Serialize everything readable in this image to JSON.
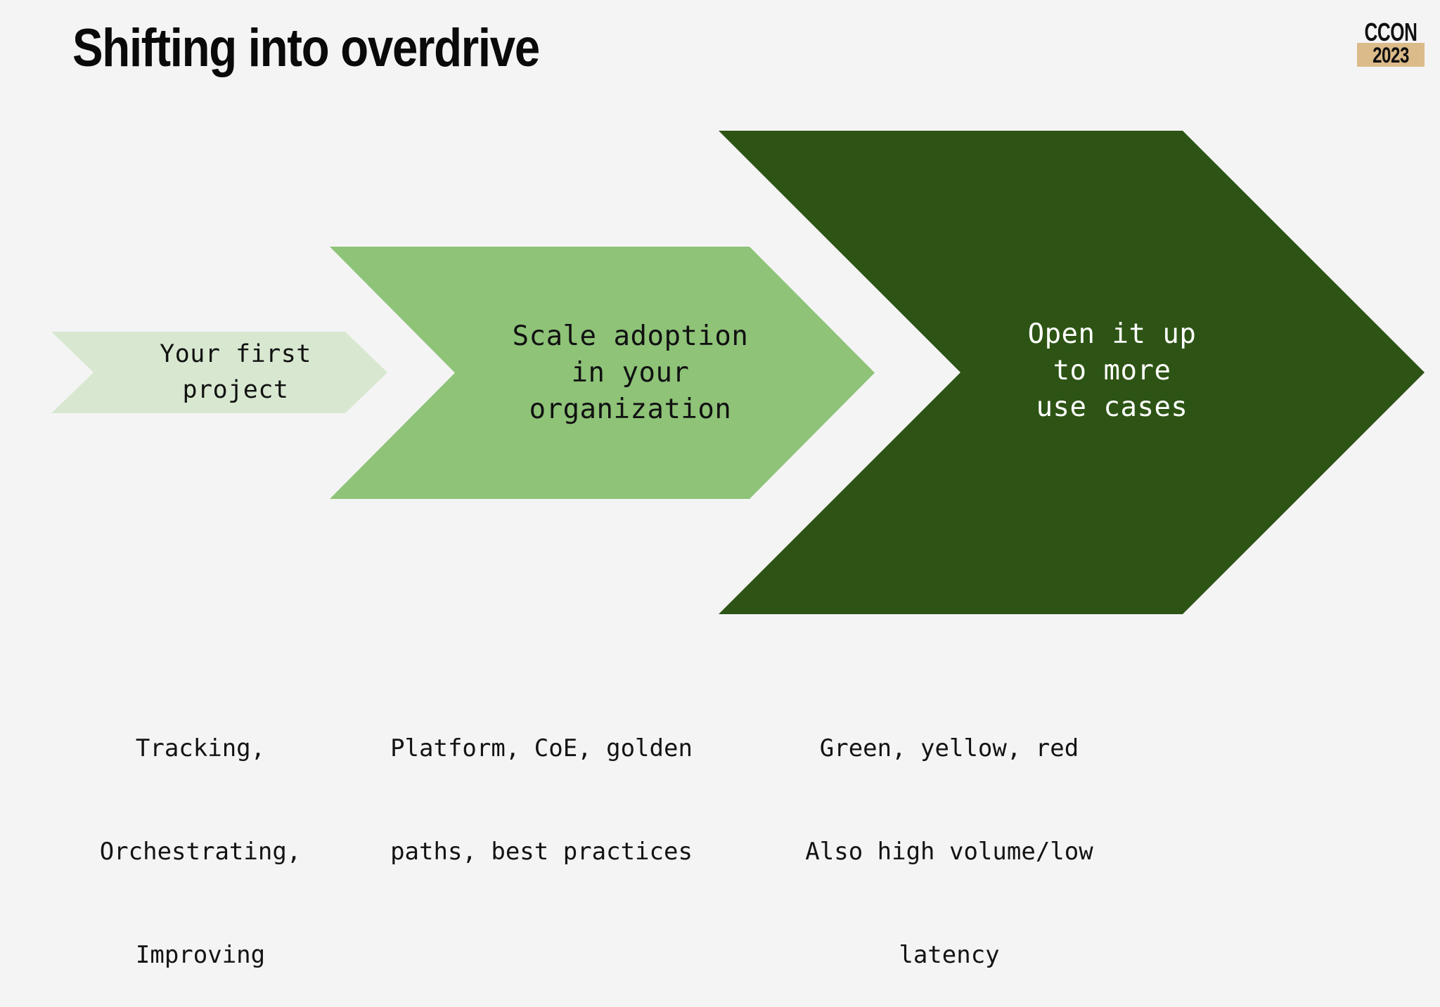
{
  "slide": {
    "title": "Shifting into overdrive",
    "background_color": "#f4f4f5"
  },
  "logo": {
    "name": "CCON",
    "year": "2023",
    "badge_color": "#dcbb8a",
    "text_color": "#101010"
  },
  "stages": [
    {
      "id": "stage-1",
      "label_lines": [
        "Your first",
        "project"
      ],
      "fill_color": "#d8e8d0",
      "text_color": "#111111",
      "caption_lines": [
        "Tracking,",
        "Orchestrating,",
        "Improving"
      ]
    },
    {
      "id": "stage-2",
      "label_lines": [
        "Scale adoption",
        "in your",
        "organization"
      ],
      "fill_color": "#8ec378",
      "text_color": "#111111",
      "caption_lines": [
        "Platform, CoE, golden",
        "paths, best practices"
      ]
    },
    {
      "id": "stage-3",
      "label_lines": [
        "Open it up",
        "to more",
        "use cases"
      ],
      "fill_color": "#2d5414",
      "text_color": "#ffffff",
      "caption_lines": [
        "Green, yellow, red",
        "Also high volume/low",
        "latency"
      ]
    }
  ]
}
